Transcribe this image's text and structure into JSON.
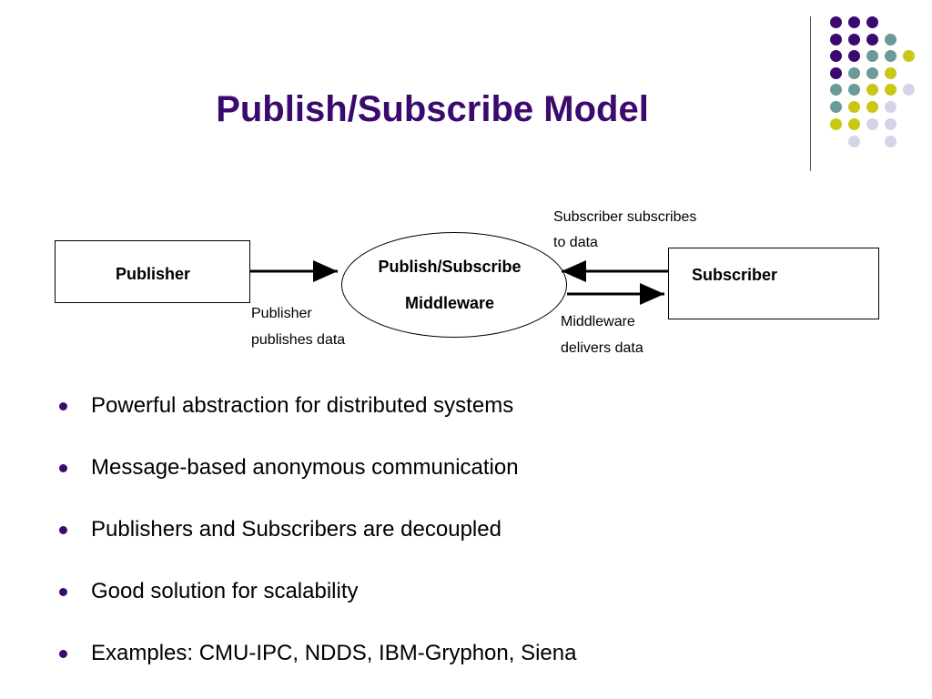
{
  "slide": {
    "title": "Publish/Subscribe Model"
  },
  "decoration": {
    "dot_colors": {
      "purple": "#3b0a6e",
      "teal": "#6a9a9a",
      "yellow": "#c8c814",
      "lavender": "#d4d4e8"
    }
  },
  "diagram": {
    "publisher_label": "Publisher",
    "middleware_line1": "Publish/Subscribe",
    "middleware_line2": "Middleware",
    "subscriber_label": "Subscriber",
    "subscribe_note_line1": "Subscriber subscribes",
    "subscribe_note_line2": "to data",
    "publish_note_line1": "Publisher",
    "publish_note_line2": "publishes data",
    "deliver_note_line1": "Middleware",
    "deliver_note_line2": "delivers data"
  },
  "bullets": [
    "Powerful abstraction for distributed systems",
    "Message-based anonymous communication",
    "Publishers and Subscribers are decoupled",
    "Good solution for scalability",
    "Examples: CMU-IPC, NDDS, IBM-Gryphon, Siena"
  ]
}
